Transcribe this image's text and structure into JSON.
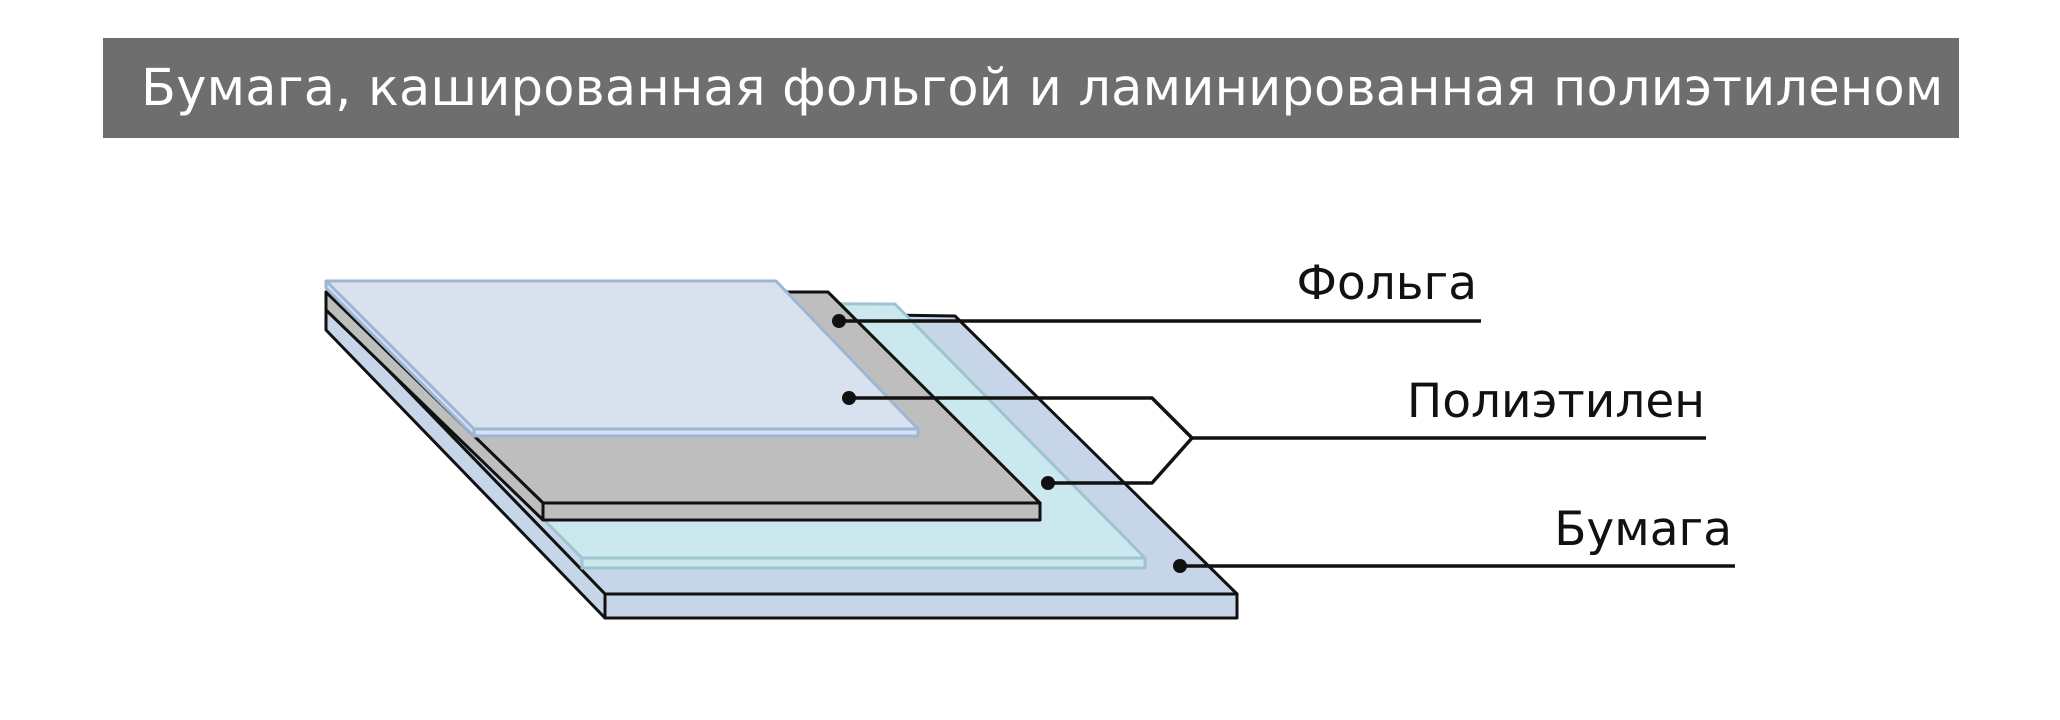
{
  "title": "Бумага, кашированная фольгой и ламинированная полиэтиленом",
  "layers": [
    {
      "id": "foil",
      "label": "Фольга",
      "color": "#bebebe"
    },
    {
      "id": "polyethylene",
      "label": "Полиэтилен",
      "color": "#cfe6ee"
    },
    {
      "id": "paper",
      "label": "Бумага",
      "color": "#c7d5e8"
    }
  ],
  "colors": {
    "header_bg": "#6e6e6e",
    "header_text": "#ffffff",
    "paper_top": "#c7d5e8",
    "poly_bottom_top": "#cbe8ef",
    "foil_top": "#bebebe",
    "poly_top_top": "#d8e2ef",
    "outline": "#111111"
  }
}
